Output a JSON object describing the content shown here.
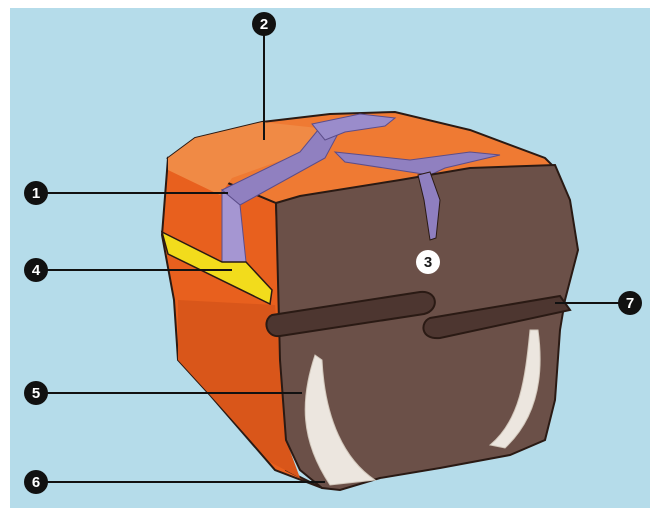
{
  "colors": {
    "background": "#b5dcea",
    "crust_orange": "#e8601e",
    "crust_top": "#ef7a33",
    "crust_side_dark": "#c9541a",
    "cut_face": "#6b5048",
    "cut_face_dark": "#4d3630",
    "seam_purple": "#9080c0",
    "yellow_layer": "#f2dc1c",
    "lattice_white": "#ece6df",
    "outline": "#2a1a14",
    "callout_black": "#111111",
    "callout_white": "#ffffff"
  },
  "callouts": {
    "c1": "1",
    "c2": "2",
    "c3": "3",
    "c4": "4",
    "c5": "5",
    "c6": "6",
    "c7": "7"
  }
}
